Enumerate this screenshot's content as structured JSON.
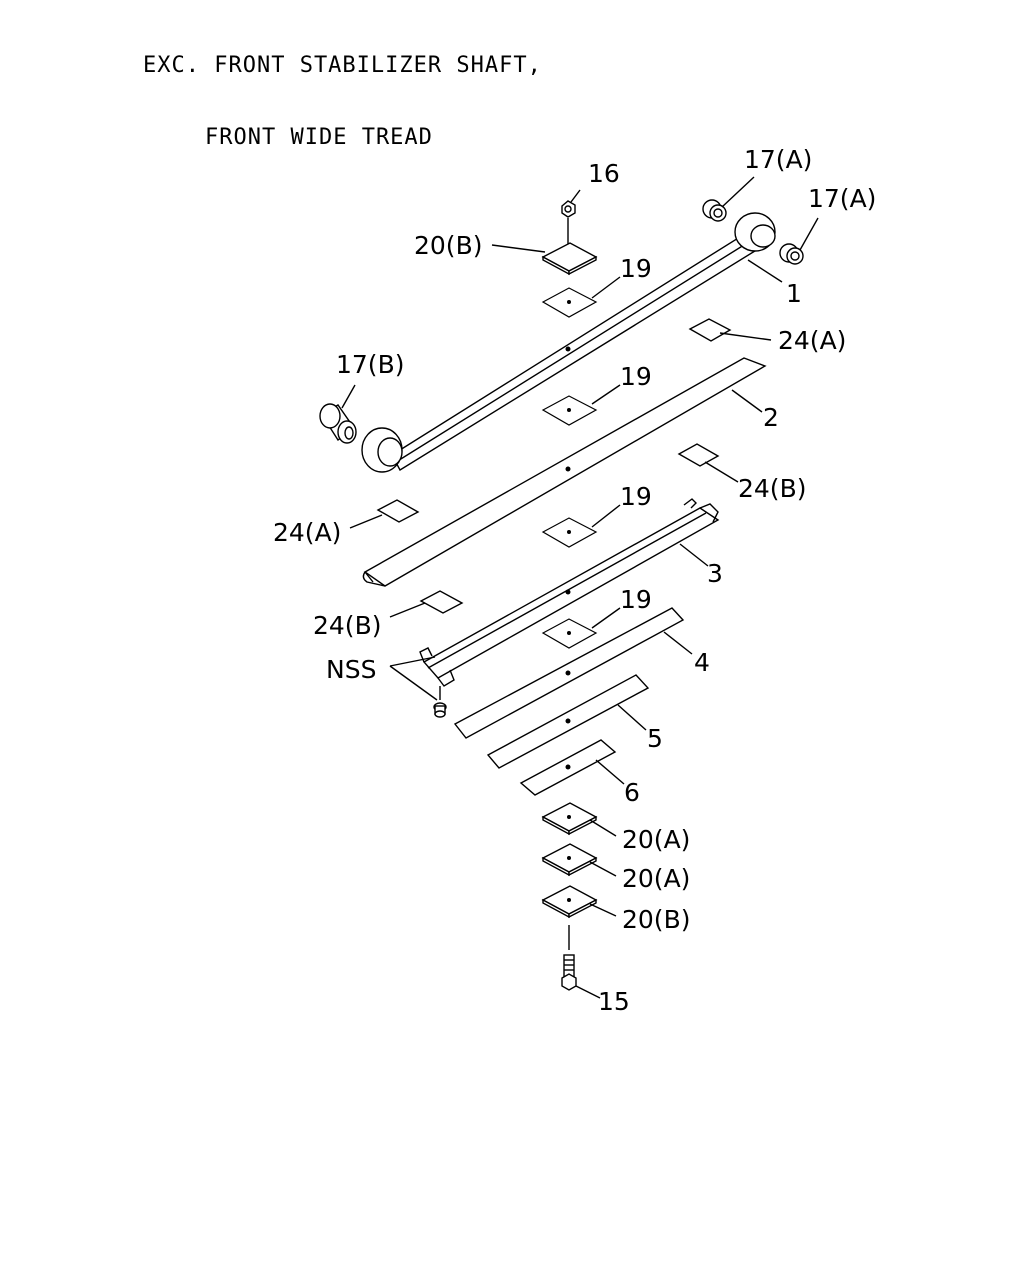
{
  "header": {
    "line1": "EXC. FRONT STABILIZER SHAFT,",
    "line2": "FRONT WIDE TREAD"
  },
  "callouts": [
    {
      "id": "c16",
      "text": "16"
    },
    {
      "id": "c17a1",
      "text": "17(A)"
    },
    {
      "id": "c17a2",
      "text": "17(A)"
    },
    {
      "id": "c20b1",
      "text": "20(B)"
    },
    {
      "id": "c19a",
      "text": "19"
    },
    {
      "id": "c1",
      "text": "1"
    },
    {
      "id": "c24a1",
      "text": "24(A)"
    },
    {
      "id": "c17b",
      "text": "17(B)"
    },
    {
      "id": "c19b",
      "text": "19"
    },
    {
      "id": "c2",
      "text": "2"
    },
    {
      "id": "c24b1",
      "text": "24(B)"
    },
    {
      "id": "c24a2",
      "text": "24(A)"
    },
    {
      "id": "c19c",
      "text": "19"
    },
    {
      "id": "c3",
      "text": "3"
    },
    {
      "id": "c24b2",
      "text": "24(B)"
    },
    {
      "id": "c19d",
      "text": "19"
    },
    {
      "id": "cnss",
      "text": "NSS"
    },
    {
      "id": "c4",
      "text": "4"
    },
    {
      "id": "c5",
      "text": "5"
    },
    {
      "id": "c6",
      "text": "6"
    },
    {
      "id": "c20a1",
      "text": "20(A)"
    },
    {
      "id": "c20a2",
      "text": "20(A)"
    },
    {
      "id": "c20b2",
      "text": "20(B)"
    },
    {
      "id": "c15",
      "text": "15"
    }
  ]
}
